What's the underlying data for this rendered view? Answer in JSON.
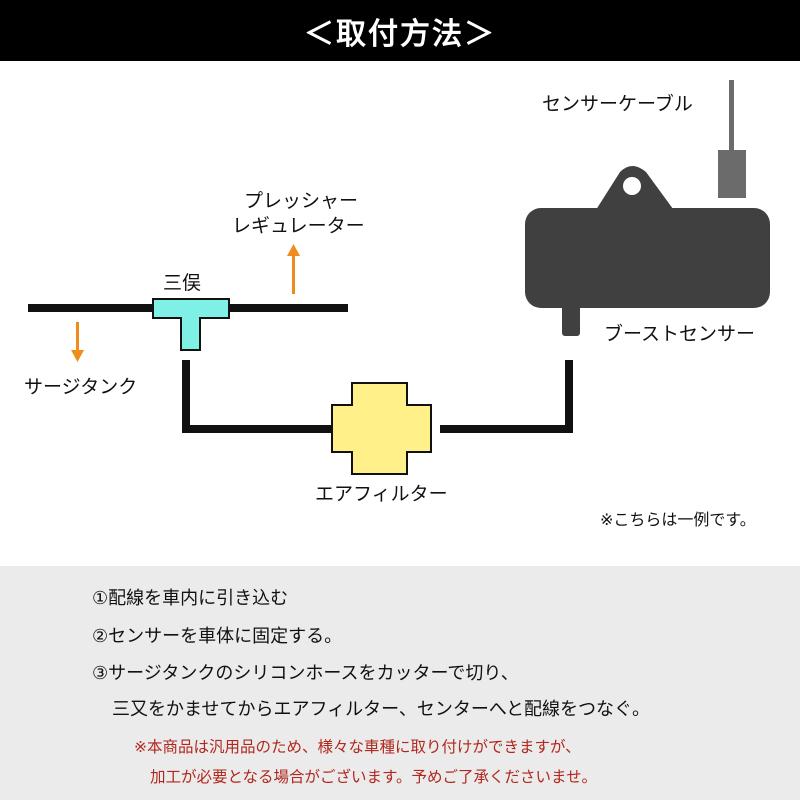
{
  "header": {
    "title": "＜取付方法＞"
  },
  "diagram": {
    "labels": {
      "sensor_cable": "センサーケーブル",
      "pressure_regulator_line1": "プレッシャー",
      "pressure_regulator_line2": "レギュレーター",
      "tee": "三俣",
      "surge_tank": "サージタンク",
      "boost_sensor": "ブーストセンサー",
      "air_filter": "エアフィルター",
      "example_note": "※こちらは一例です。"
    },
    "colors": {
      "tee_fill": "#7ff0e6",
      "filter_fill": "#fff08a",
      "sensor_body": "#404040",
      "sensor_cable_plug": "#6b6b6b",
      "arrow": "#f08c1e",
      "hose": "#111111"
    }
  },
  "instructions": {
    "steps": [
      "①配線を車内に引き込む",
      "②センサーを車体に固定する。",
      "③サージタンクのシリコンホースをカッターで切り、",
      "三又をかませてからエアフィルター、センターへと配線をつなぐ。"
    ],
    "notes": [
      "※本商品は汎用品のため、様々な車種に取り付けができますが、",
      "加工が必要となる場合がございます。予めご了承くださいませ。"
    ]
  }
}
